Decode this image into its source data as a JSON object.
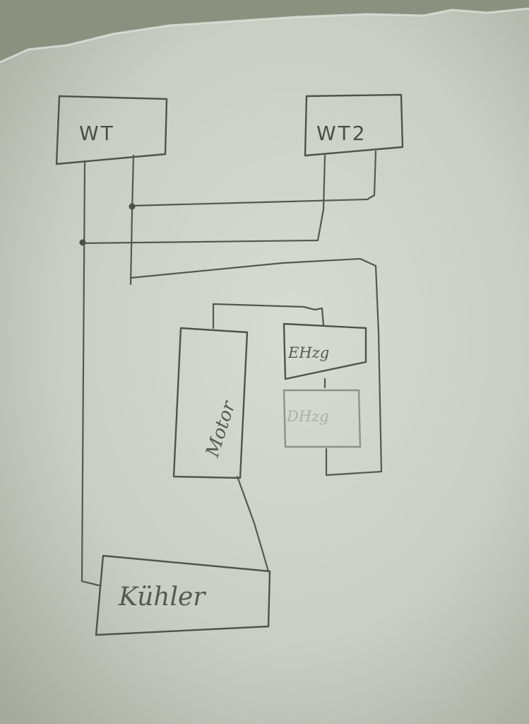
{
  "diagram": {
    "components": {
      "wt": {
        "label": "WT"
      },
      "wt2": {
        "label": "WT2"
      },
      "motor": {
        "label": "Motor"
      },
      "ehzg": {
        "label": "EHzg"
      },
      "dhzg": {
        "label": "DHzg"
      },
      "kuehler": {
        "label": "Kühler"
      }
    }
  }
}
